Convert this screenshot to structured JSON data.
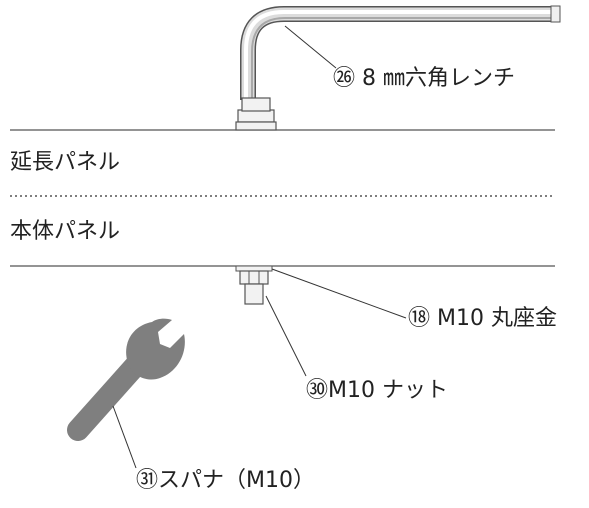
{
  "panels": {
    "extension_panel_label": "延長パネル",
    "main_panel_label": "本体パネル"
  },
  "callouts": {
    "hex_wrench": "㉖ 8 ㎜六角レンチ",
    "washer": "⑱ M10 丸座金",
    "nut": "㉚M10 ナット",
    "spanner": "㉛スパナ（M10）"
  },
  "colors": {
    "line": "#555555",
    "wrench_gray": "#7f7f7f",
    "bolt_fill": "#f2f2f2"
  }
}
